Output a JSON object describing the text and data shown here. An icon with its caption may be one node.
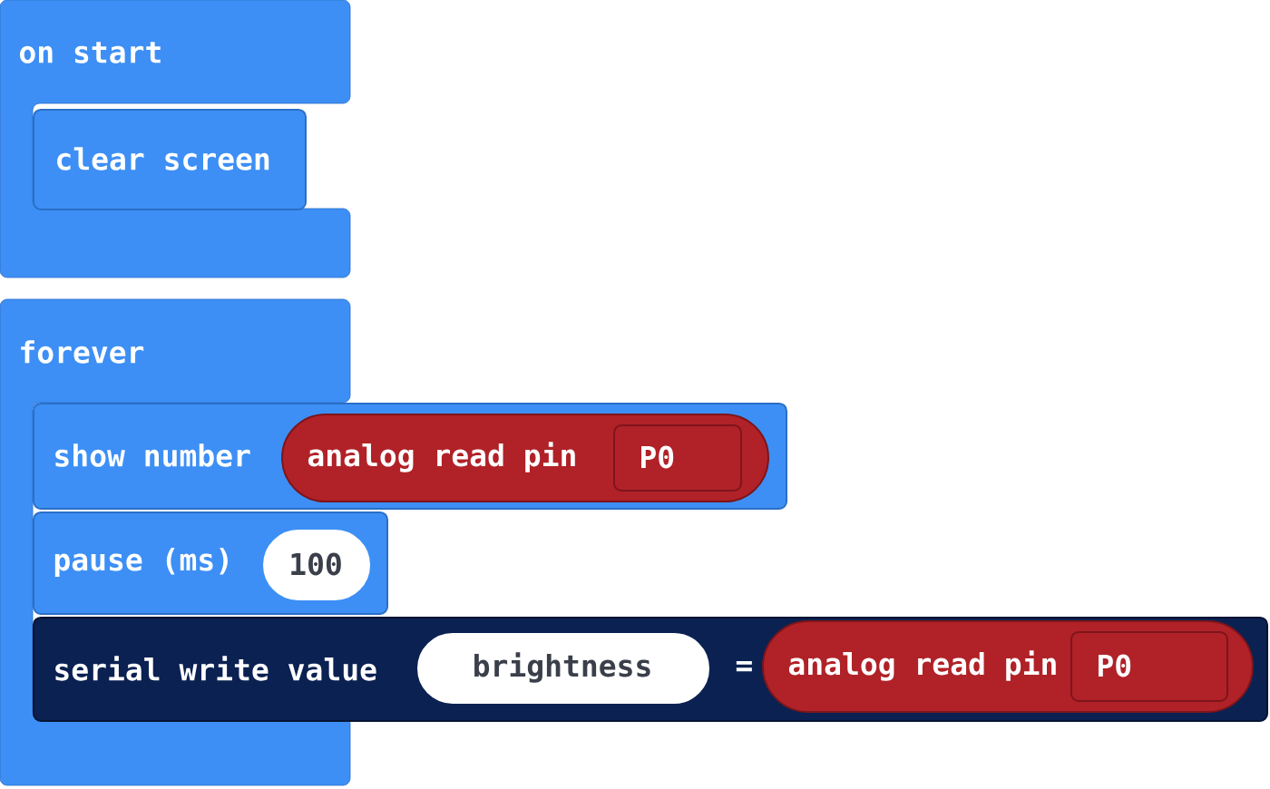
{
  "diagram": {
    "nodes": [
      {
        "text": [
          "on start"
        ]
      },
      {
        "text": [
          "clear screen"
        ],
        "in": 0
      },
      {
        "text": [
          "forever"
        ]
      },
      {
        "text": [
          "show number"
        ]
      },
      {
        "text": [
          "analog read pin"
        ],
        "in": 3
      },
      {
        "text": [
          "P0"
        ],
        "in": 4
      },
      {
        "text": [
          "pause (ms)"
        ]
      },
      {
        "text": [
          "100"
        ],
        "in": 6
      },
      {
        "text": [
          "serial write value",
          "="
        ]
      },
      {
        "text": [
          "brightness"
        ],
        "in": 8
      },
      {
        "text": [
          "analog read pin"
        ],
        "in": 8
      },
      {
        "text": [
          "P0"
        ],
        "in": 10
      }
    ]
  }
}
